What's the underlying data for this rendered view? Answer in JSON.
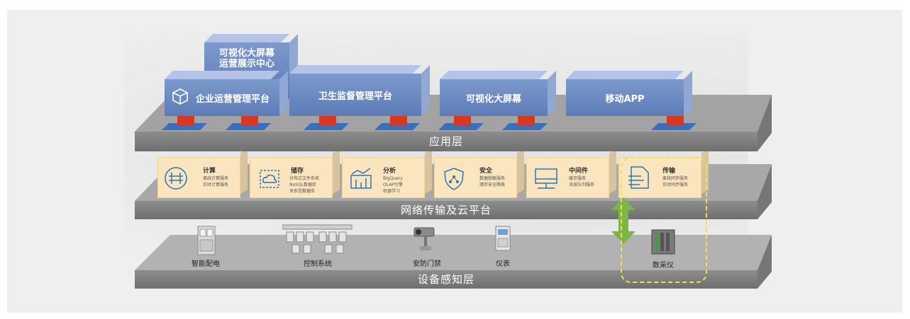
{
  "layers": {
    "application": "应用层",
    "network": "网络传输及云平台",
    "device": "设备感知层"
  },
  "app_boxes": [
    {
      "label": "可视化大屏幕\n运营展示中心"
    },
    {
      "label": "企业运营管理平台"
    },
    {
      "label": "卫生监督管理平台"
    },
    {
      "label": "可视化大屏幕"
    },
    {
      "label": "移动APP"
    }
  ],
  "cards": [
    {
      "title": "计算",
      "desc": "离线计算服务\n实时计算服务"
    },
    {
      "title": "储存",
      "desc": "分布式文件系统\nNoSQL数据库\n关系型数据库"
    },
    {
      "title": "分析",
      "desc": "BigQuery\nOLAP引擎\n机器学习"
    },
    {
      "title": "安全",
      "desc": "数据脱敏服务\n储存安全隔离"
    },
    {
      "title": "中间件",
      "desc": "缓存服务\n消息队列服务"
    },
    {
      "title": "传输",
      "desc": "离线同步服务\n实时同步服务"
    }
  ],
  "devices": [
    {
      "label": "智能配电"
    },
    {
      "label": "控制系统"
    },
    {
      "label": "安防门禁"
    },
    {
      "label": "仪表"
    },
    {
      "label": "数采仪"
    }
  ],
  "colors": {
    "slab": "#8a8a8a",
    "app_box": "#6f8cc4",
    "card": "#fbe5bf",
    "arrow": "#7ab648",
    "highlight": "#f2e04c"
  }
}
